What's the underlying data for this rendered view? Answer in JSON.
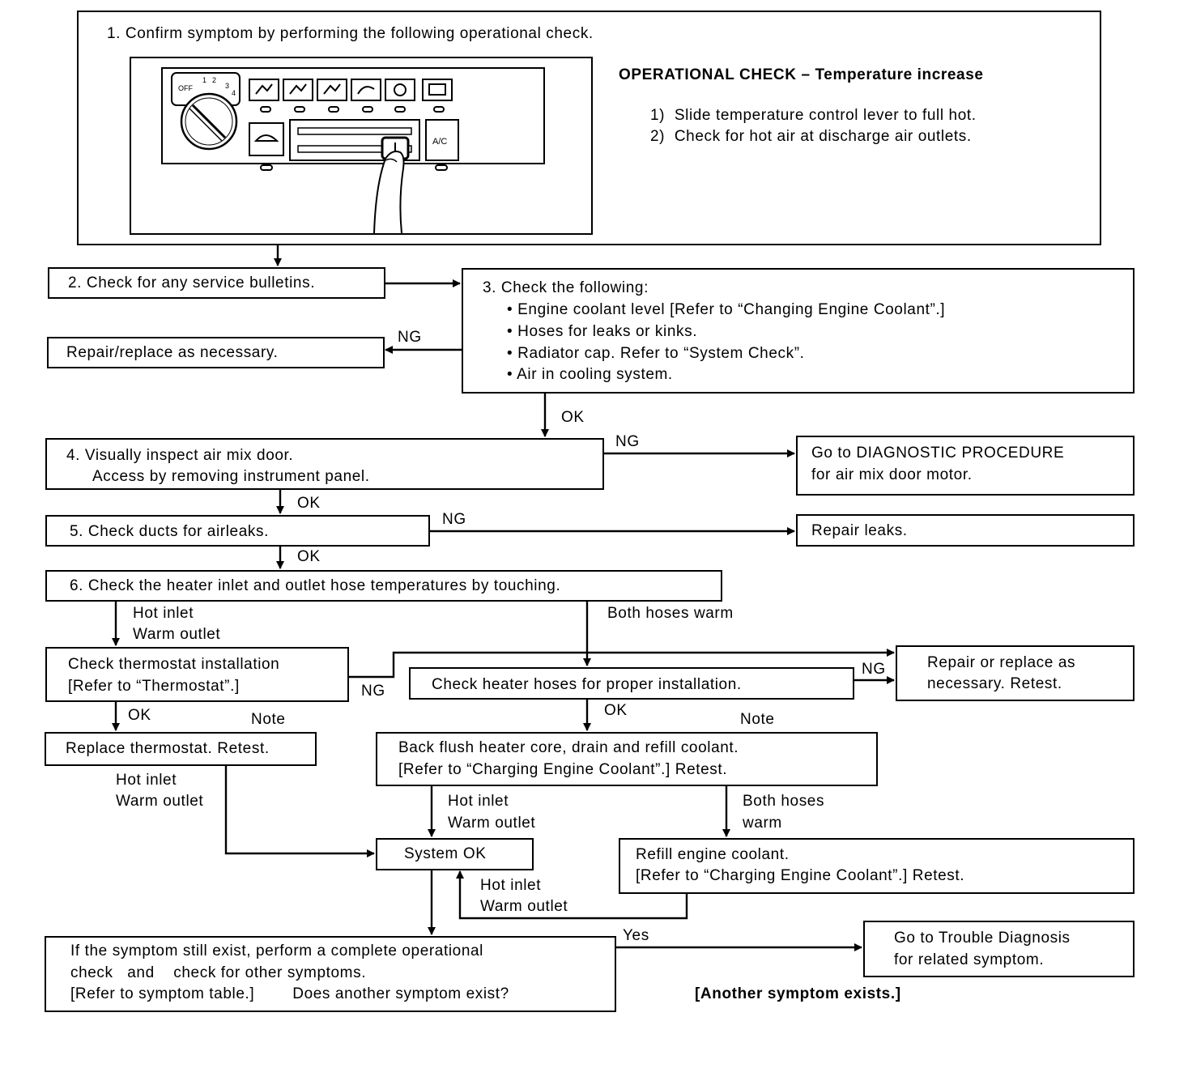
{
  "step1": {
    "text": "1. Confirm symptom by performing the following operational check.",
    "op_title": "OPERATIONAL CHECK – Temperature increase",
    "op_steps": [
      "1)  Slide temperature control lever to full hot.",
      "2)  Check for hot air at discharge air outlets."
    ],
    "panel": {
      "fan_labels": [
        "OFF",
        "1",
        "2",
        "3",
        "4"
      ],
      "ac_label": "A/C"
    }
  },
  "step2": {
    "text": "2. Check for any service bulletins."
  },
  "step3": {
    "title": "3. Check the following:",
    "items": [
      "Engine coolant level [Refer to “Changing Engine Coolant”.]",
      "Hoses for leaks or kinks.",
      "Radiator cap. Refer to “System Check”.",
      "Air in cooling system."
    ]
  },
  "repair_replace": {
    "text": "Repair/replace as necessary."
  },
  "step4": {
    "line1": "4. Visually inspect air mix door.",
    "line2": "Access by removing instrument panel."
  },
  "diag_procedure": {
    "line1": "Go to DIAGNOSTIC PROCEDURE",
    "line2": "for air mix door motor."
  },
  "step5": {
    "text": "5. Check ducts for airleaks."
  },
  "repair_leaks": {
    "text": "Repair leaks."
  },
  "step6": {
    "text": "6. Check the heater inlet and outlet hose temperatures by touching."
  },
  "thermostat_check": {
    "line1": "Check thermostat installation",
    "line2": "[Refer to “Thermostat”.]"
  },
  "heater_hoses_check": {
    "text": "Check heater hoses for proper installation."
  },
  "repair_retest": {
    "line1": "Repair or replace as",
    "line2": "necessary. Retest."
  },
  "replace_thermostat": {
    "text": "Replace thermostat. Retest."
  },
  "back_flush": {
    "line1": "Back flush heater core, drain and refill coolant.",
    "line2": "[Refer to “Charging Engine Coolant”.] Retest."
  },
  "system_ok": {
    "text": "System OK"
  },
  "refill_coolant": {
    "line1": "Refill engine coolant.",
    "line2": "[Refer to “Charging Engine Coolant”.] Retest."
  },
  "final_check": {
    "line1": "If the symptom still exist, perform a complete operational",
    "line2": "check   and    check for other symptoms.",
    "line3": "[Refer to symptom table.]        Does another symptom exist?"
  },
  "trouble_diag": {
    "line1": "Go to Trouble Diagnosis",
    "line2": "for related symptom."
  },
  "another_symptom": {
    "text": "[Another symptom exists.]"
  },
  "labels": {
    "ng": "NG",
    "ok": "OK",
    "yes": "Yes",
    "note": "Note",
    "hot_inlet": "Hot inlet",
    "warm_outlet": "Warm outlet",
    "both_hoses_warm": "Both hoses warm",
    "both_hoses": "Both hoses",
    "warm": "warm"
  }
}
